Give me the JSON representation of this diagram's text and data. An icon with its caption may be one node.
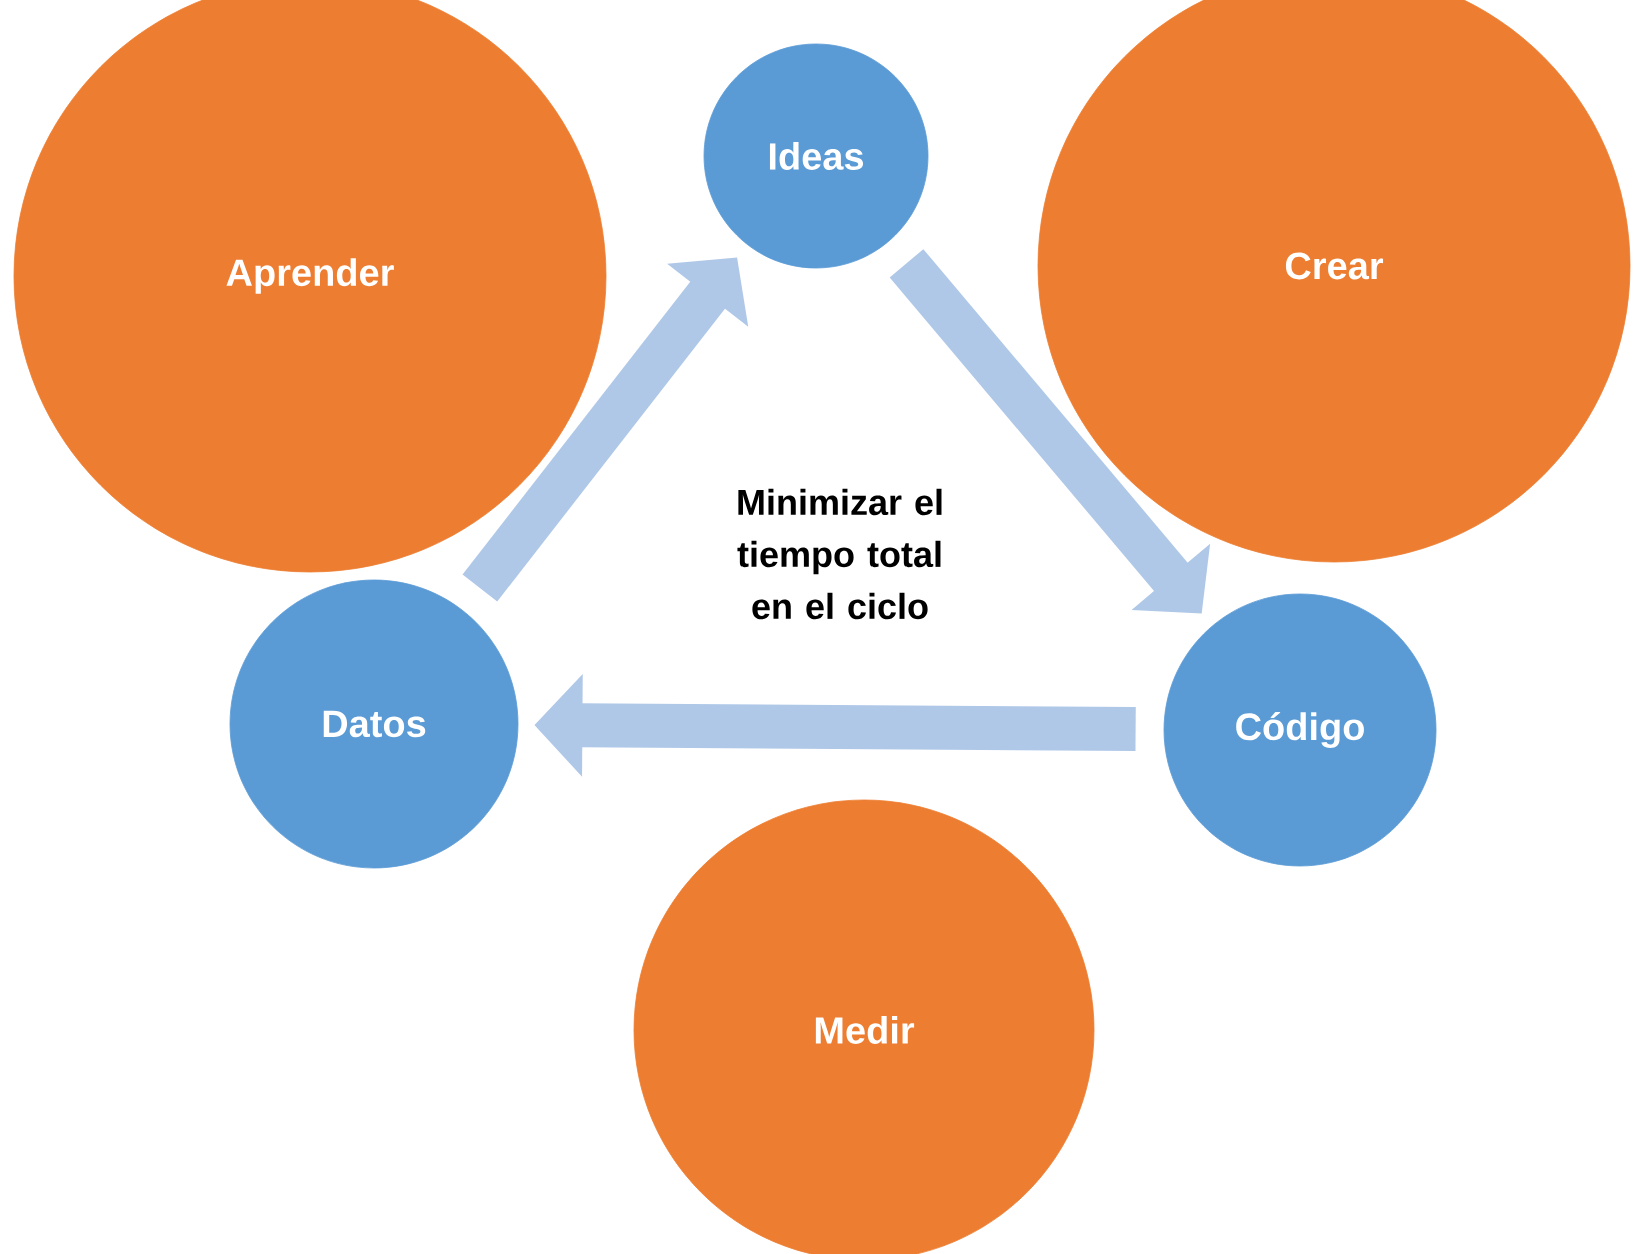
{
  "diagram": {
    "nodes": [
      {
        "text": [
          "Aprender"
        ]
      },
      {
        "text": [
          "Ideas"
        ]
      },
      {
        "text": [
          "Crear"
        ]
      },
      {
        "text": [
          "Datos"
        ]
      },
      {
        "text": [
          "Código"
        ]
      },
      {
        "text": [
          "Medir"
        ]
      }
    ],
    "edges": [
      {
        "from": 3,
        "to": 1,
        "arrow": "to"
      },
      {
        "from": 1,
        "to": 4,
        "arrow": "to"
      },
      {
        "from": 4,
        "to": 3,
        "arrow": "to"
      }
    ],
    "labels": [
      "Minimizar el tiempo total en el ciclo"
    ]
  }
}
